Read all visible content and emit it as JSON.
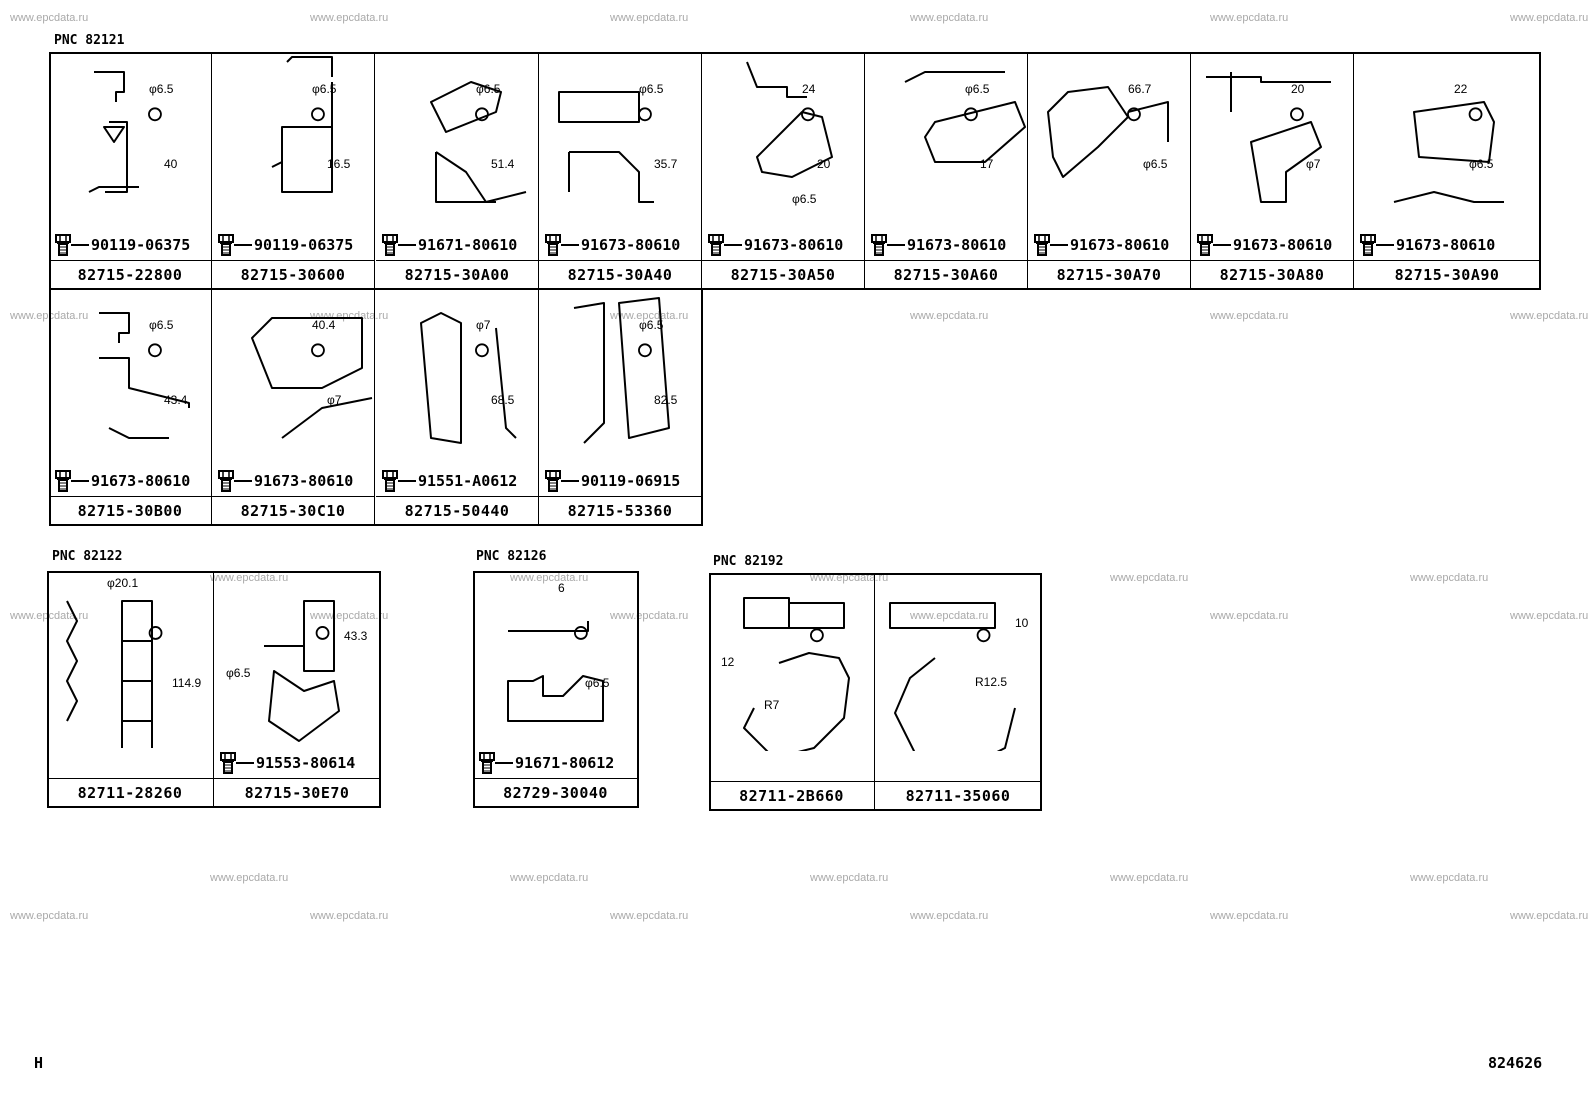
{
  "watermark": "www.epcdata.ru",
  "page_letter": "H",
  "page_number": "824626",
  "groups": [
    {
      "pnc": "PNC 82121",
      "cells": [
        {
          "part": "82715-22800",
          "bolt": "90119-06375",
          "dims": [
            "φ6.5",
            "40"
          ]
        },
        {
          "part": "82715-30600",
          "bolt": "90119-06375",
          "dims": [
            "φ6.5",
            "16.5"
          ]
        },
        {
          "part": "82715-30A00",
          "bolt": "91671-80610",
          "dims": [
            "φ6.5",
            "51.4"
          ]
        },
        {
          "part": "82715-30A40",
          "bolt": "91673-80610",
          "dims": [
            "φ6.5",
            "35.7"
          ]
        },
        {
          "part": "82715-30A50",
          "bolt": "91673-80610",
          "dims": [
            "24",
            "20",
            "φ6.5"
          ]
        },
        {
          "part": "82715-30A60",
          "bolt": "91673-80610",
          "dims": [
            "φ6.5",
            "17"
          ]
        },
        {
          "part": "82715-30A70",
          "bolt": "91673-80610",
          "dims": [
            "66.7",
            "φ6.5"
          ]
        },
        {
          "part": "82715-30A80",
          "bolt": "91673-80610",
          "dims": [
            "20",
            "φ7"
          ]
        },
        {
          "part": "82715-30A90",
          "bolt": "91673-80610",
          "dims": [
            "22",
            "φ6.5"
          ]
        },
        {
          "part": "82715-30B00",
          "bolt": "91673-80610",
          "dims": [
            "φ6.5",
            "43.4"
          ]
        },
        {
          "part": "82715-30C10",
          "bolt": "91673-80610",
          "dims": [
            "40.4",
            "φ7"
          ]
        },
        {
          "part": "82715-50440",
          "bolt": "91551-A0612",
          "dims": [
            "φ7",
            "68.5"
          ]
        },
        {
          "part": "82715-53360",
          "bolt": "90119-06915",
          "dims": [
            "φ6.5",
            "82.5"
          ]
        }
      ]
    },
    {
      "pnc": "PNC 82122",
      "cells": [
        {
          "part": "82711-28260",
          "bolt": "",
          "dims": [
            "φ20.1",
            "114.9"
          ]
        },
        {
          "part": "82715-30E70",
          "bolt": "91553-80614",
          "dims": [
            "43.3",
            "φ6.5"
          ]
        }
      ]
    },
    {
      "pnc": "PNC 82126",
      "cells": [
        {
          "part": "82729-30040",
          "bolt": "91671-80612",
          "dims": [
            "6",
            "φ6.5"
          ]
        }
      ]
    },
    {
      "pnc": "PNC 82192",
      "cells": [
        {
          "part": "82711-2B660",
          "bolt": "",
          "dims": [
            "12",
            "R7"
          ]
        },
        {
          "part": "82711-35060",
          "bolt": "",
          "dims": [
            "10",
            "R12.5"
          ]
        }
      ]
    }
  ]
}
